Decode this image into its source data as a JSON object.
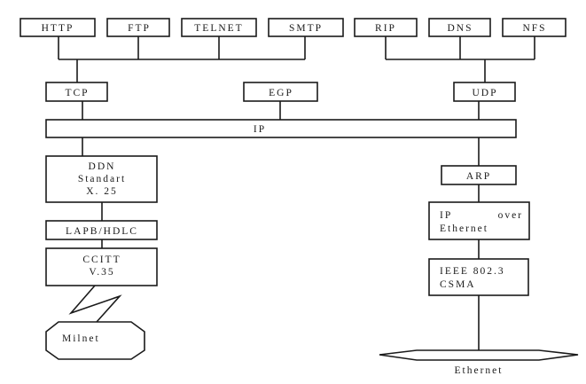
{
  "diagram": {
    "type": "protocol-stack",
    "application_layer": {
      "tcp_apps": [
        "HTTP",
        "FTP",
        "TELNET",
        "SMTP"
      ],
      "udp_apps": [
        "RIP",
        "DNS",
        "NFS"
      ]
    },
    "transport_layer": [
      "TCP",
      "EGP",
      "UDP"
    ],
    "network_layer": "IP",
    "left_branch": {
      "ddn": [
        "DDN",
        "Standart",
        "X. 25"
      ],
      "lapb": "LAPB/HDLC",
      "ccitt": [
        "CCITT",
        "V.35"
      ],
      "network": "Milnet"
    },
    "right_branch": {
      "arp": "ARP",
      "ip_over_ethernet": [
        "IP",
        "over",
        "Ethernet"
      ],
      "ieee": [
        "IEEE 802.3",
        "CSMA"
      ],
      "network": "Ethernet"
    },
    "edges": [
      [
        "HTTP",
        "TCP"
      ],
      [
        "FTP",
        "TCP"
      ],
      [
        "TELNET",
        "TCP"
      ],
      [
        "SMTP",
        "TCP"
      ],
      [
        "RIP",
        "UDP"
      ],
      [
        "DNS",
        "UDP"
      ],
      [
        "NFS",
        "UDP"
      ],
      [
        "TCP",
        "IP"
      ],
      [
        "EGP",
        "IP"
      ],
      [
        "UDP",
        "IP"
      ],
      [
        "IP",
        "DDN Standart X.25"
      ],
      [
        "DDN Standart X.25",
        "LAPB/HDLC"
      ],
      [
        "LAPB/HDLC",
        "CCITT V.35"
      ],
      [
        "CCITT V.35",
        "Milnet"
      ],
      [
        "IP",
        "ARP"
      ],
      [
        "ARP",
        "IP over Ethernet"
      ],
      [
        "IP over Ethernet",
        "IEEE 802.3 CSMA"
      ],
      [
        "IEEE 802.3 CSMA",
        "Ethernet"
      ]
    ]
  }
}
